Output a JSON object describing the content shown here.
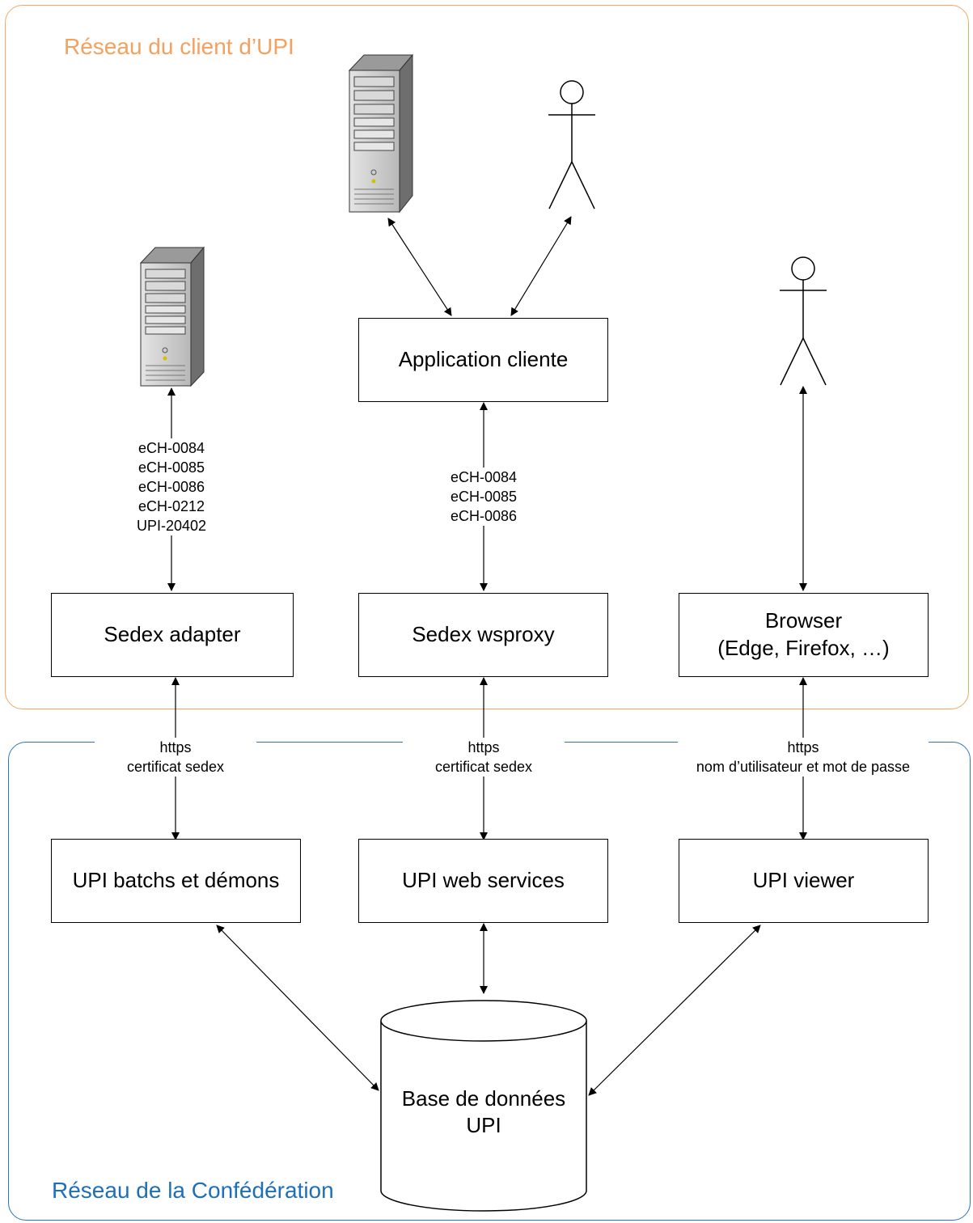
{
  "zones": {
    "client_network": "Réseau du client d’UPI",
    "confederation_network": "Réseau de la Confédération"
  },
  "boxes": {
    "application_cliente": "Application cliente",
    "sedex_adapter": "Sedex adapter",
    "sedex_wsproxy": "Sedex wsproxy",
    "browser_line1": "Browser",
    "browser_line2": "(Edge, Firefox, …)",
    "upi_batchs": "UPI batchs et démons",
    "upi_web_services": "UPI web services",
    "upi_viewer": "UPI viewer"
  },
  "database": {
    "line1": "Base de données",
    "line2": "UPI"
  },
  "labels": {
    "adapter_protocols": [
      "eCH-0084",
      "eCH-0085",
      "eCH-0086",
      "eCH-0212",
      "UPI-20402"
    ],
    "wsproxy_protocols": [
      "eCH-0084",
      "eCH-0085",
      "eCH-0086"
    ],
    "adapter_link": [
      "https",
      "certificat sedex"
    ],
    "wsproxy_link": [
      "https",
      "certificat sedex"
    ],
    "browser_link": [
      "https",
      "nom d’utilisateur et mot de passe"
    ]
  },
  "icons": {
    "server": "server-tower-icon",
    "user": "stick-figure-user-icon"
  },
  "colors": {
    "client_network": "#f4a15f",
    "confederation_network": "#1f6fb8"
  }
}
